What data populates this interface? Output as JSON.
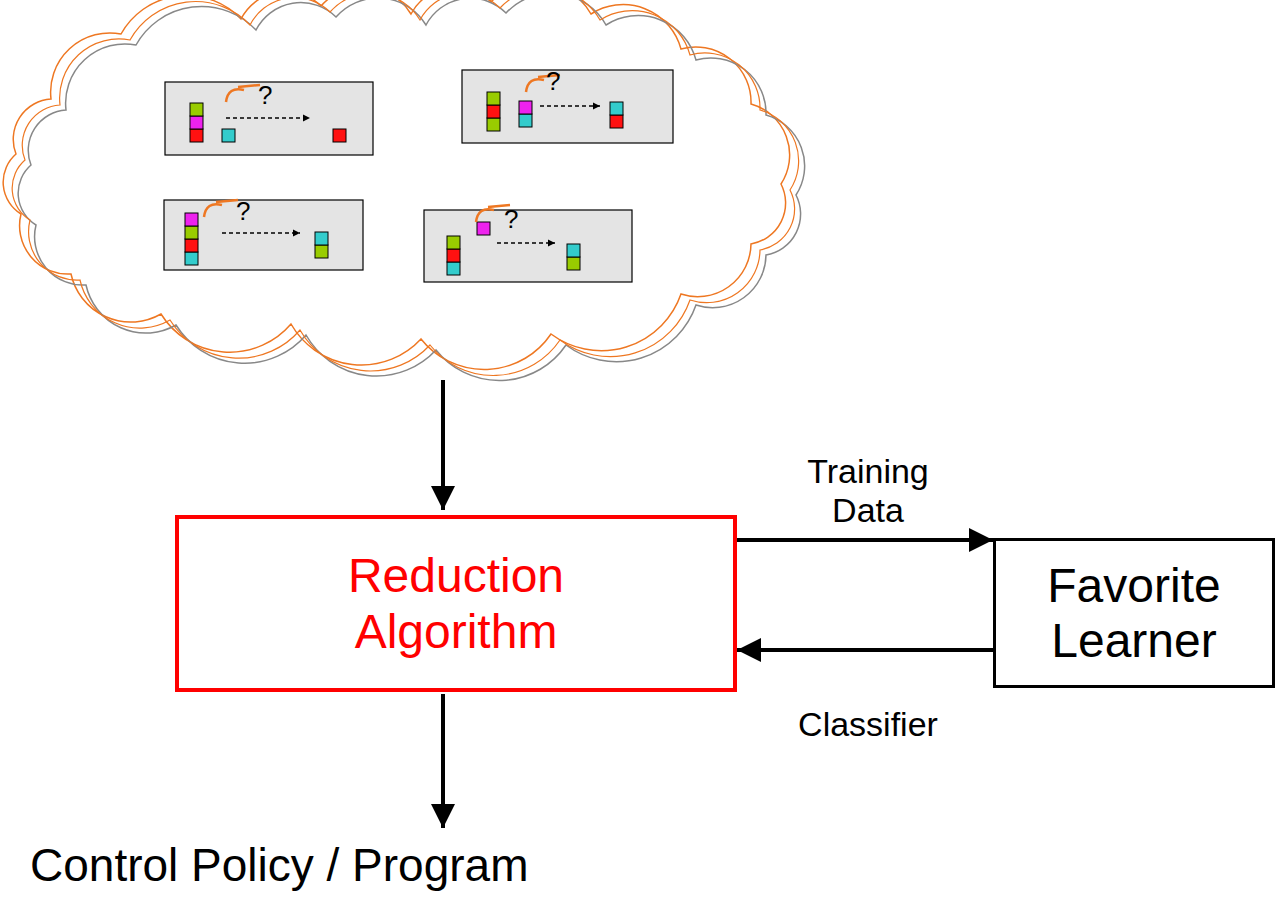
{
  "diagram": {
    "nodes": [
      {
        "text": [
          "Reduction Algorithm"
        ]
      },
      {
        "text": [
          "Favorite Learner"
        ]
      }
    ],
    "edges": [
      {
        "from": 0,
        "to": 1,
        "arrow": "to",
        "label": "Training Data"
      },
      {
        "from": 1,
        "to": 0,
        "arrow": "to",
        "label": "Classifier"
      }
    ],
    "labels": [
      "?",
      "?",
      "?",
      "?",
      "Control Policy / Program"
    ]
  }
}
